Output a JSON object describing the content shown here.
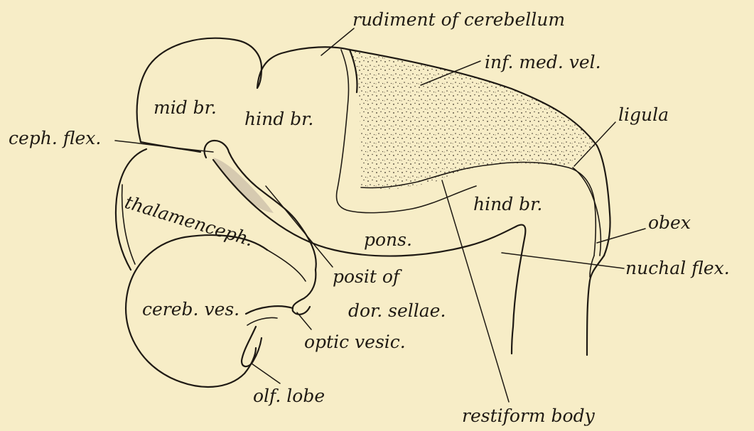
{
  "colors": {
    "paper": "#f7edc7",
    "ink": "#1f1a14",
    "stipple": "#3a3128",
    "shade": "#d6cab0"
  },
  "labels": {
    "rudiment_of_cerebellum": "rudiment of cerebellum",
    "inf_med_vel": "inf. med. vel.",
    "mid_br": "mid br.",
    "hind_br_upper": "hind br.",
    "ligula": "ligula",
    "ceph_flex": "ceph. flex.",
    "thalamenceph": "thalamenceph.",
    "pons": "pons.",
    "hind_br_lower": "hind br.",
    "obex": "obex",
    "nuchal_flex": "nuchal flex.",
    "posit_of": "posit of",
    "dor_sellae": "dor. sellae.",
    "cereb_ves": "cereb. ves.",
    "optic_vesic": "optic vesic.",
    "olf_lobe": "olf. lobe",
    "restiform_body": "restiform body"
  }
}
